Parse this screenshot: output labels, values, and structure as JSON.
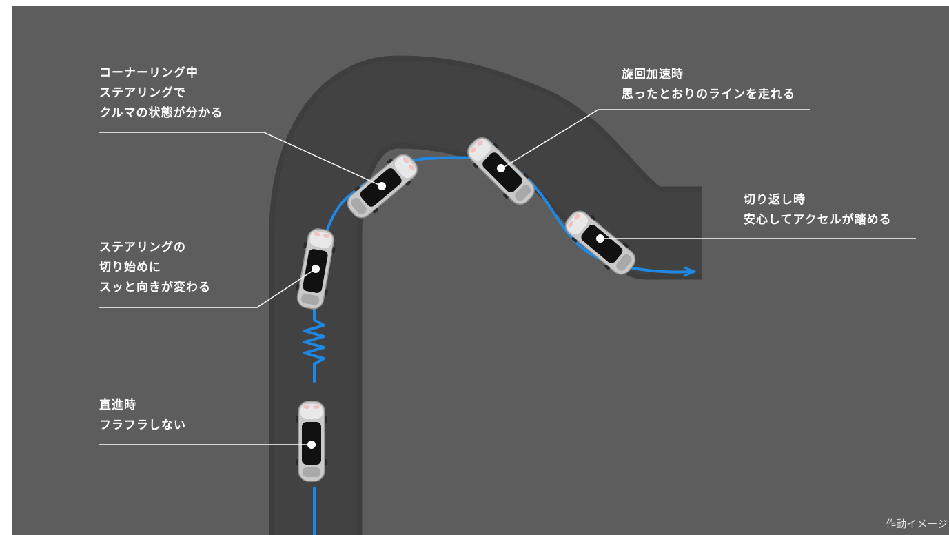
{
  "annotations": {
    "cornering": {
      "lines": [
        "コーナーリング中",
        "ステアリングで",
        "クルマの状態が分かる"
      ]
    },
    "turn_in": {
      "lines": [
        "ステアリングの",
        "切り始めに",
        "スッと向きが変わる"
      ]
    },
    "straight": {
      "lines": [
        "直進時",
        "フラフラしない"
      ]
    },
    "exit_accel": {
      "lines": [
        "旋回加速時",
        "思ったとおりのラインを走れる"
      ]
    },
    "switchback": {
      "lines": [
        "切り返し時",
        "安心してアクセルが踏める"
      ]
    }
  },
  "caption": "作動イメージ",
  "colors": {
    "background": "#5d5d5d",
    "road": "#3e3e3e",
    "trajectory": "#1e88e5",
    "label": "#ffffff"
  }
}
